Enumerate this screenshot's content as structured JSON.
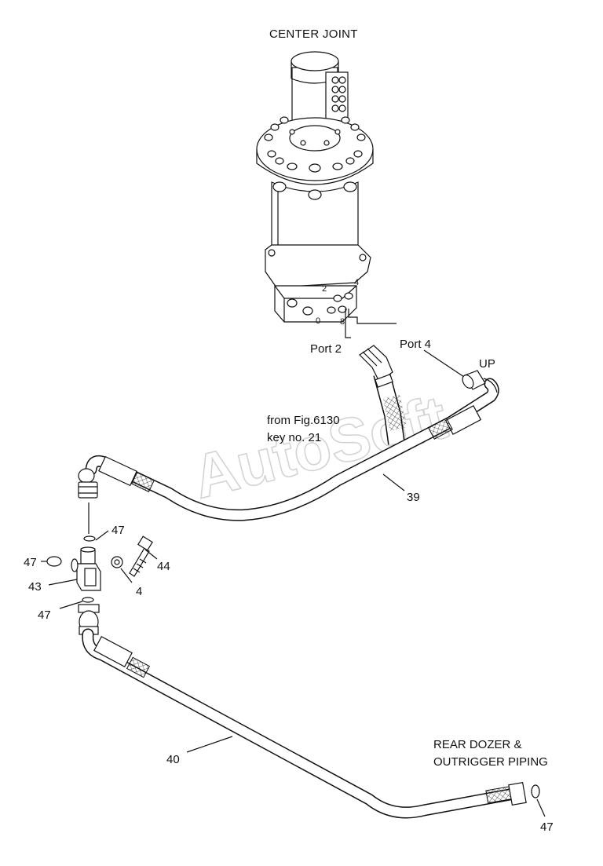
{
  "title": "CENTER JOINT",
  "watermark": "AutoSoft",
  "port_labels": {
    "port2": "Port 2",
    "port4": "Port 4",
    "up": "UP"
  },
  "port_numbers": {
    "n2": "2",
    "n4": "4",
    "n0": "0",
    "n8": "8"
  },
  "reference_note": {
    "line1": "from Fig.6130",
    "line2": "key no. 21"
  },
  "callouts": {
    "c39": "39",
    "c40": "40",
    "c4": "4",
    "c43": "43",
    "c44": "44",
    "c47_top": "47",
    "c47_left": "47",
    "c47_mid": "47",
    "c47_bottom": "47"
  },
  "destination": {
    "line1": "REAR DOZER &",
    "line2": "OUTRIGGER PIPING"
  },
  "colors": {
    "line": "#111111",
    "background": "#ffffff",
    "watermark": "#d4d4d4"
  }
}
